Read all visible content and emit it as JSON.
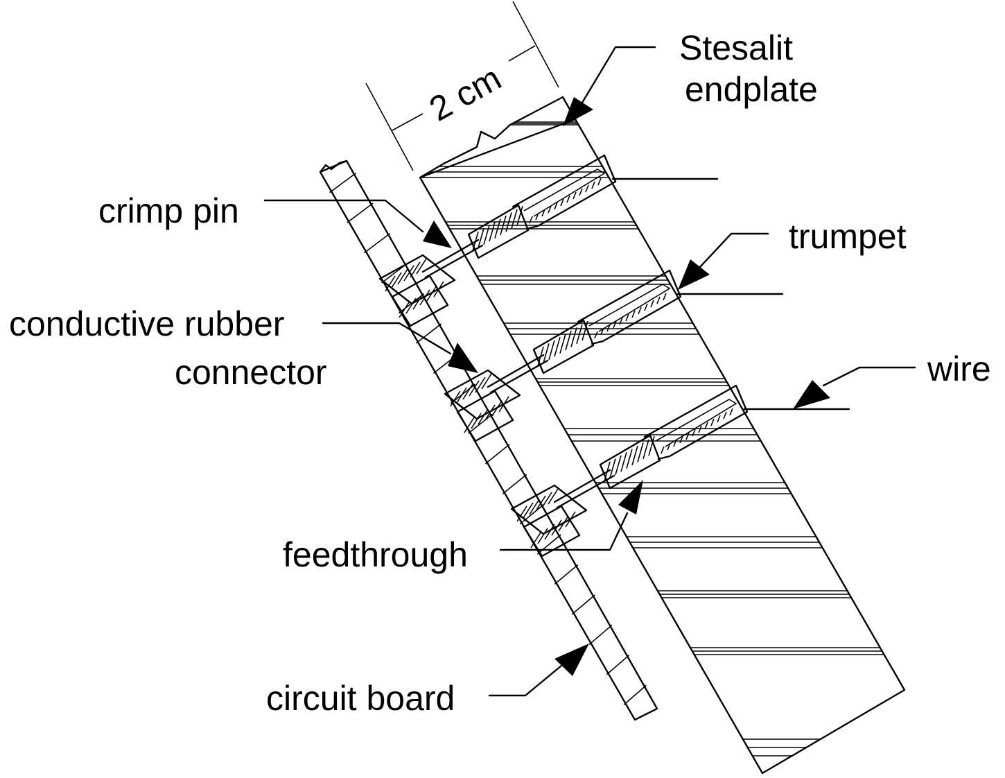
{
  "labels": {
    "dimension": "2 cm",
    "endplate_line1": "Stesalit",
    "endplate_line2": "endplate",
    "crimp_pin": "crimp pin",
    "trumpet": "trumpet",
    "rubber_line1": "conductive rubber",
    "rubber_line2": "connector",
    "wire": "wire",
    "feedthrough": "feedthrough",
    "circuit_board": "circuit board"
  }
}
